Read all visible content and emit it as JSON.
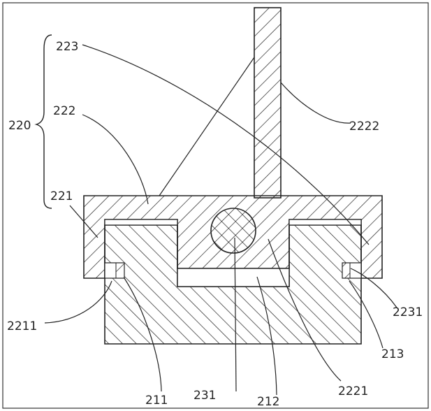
{
  "labels": {
    "l220": "220",
    "l223": "223",
    "l222": "222",
    "l221": "221",
    "l2211": "2211",
    "l211": "211",
    "l231": "231",
    "l212": "212",
    "l2221": "2221",
    "l213": "213",
    "l2231": "2231",
    "l2222": "2222"
  }
}
